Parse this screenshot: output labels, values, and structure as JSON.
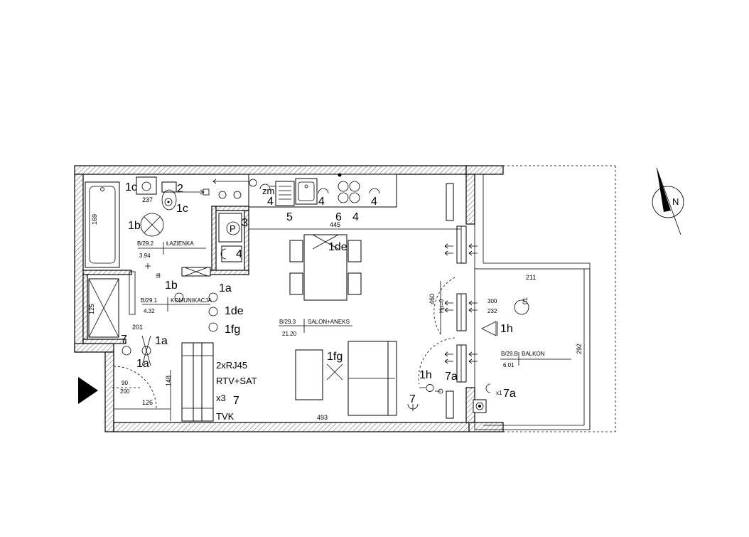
{
  "rooms": [
    {
      "code": "B/29.2",
      "name": "ŁAZIENKA",
      "area": "3.94"
    },
    {
      "code": "B/29.1",
      "name": "KOMUNIKACJA",
      "area": "4.32"
    },
    {
      "code": "B/29.3",
      "name": "SALON+ANEKS",
      "area": "21.20"
    },
    {
      "code": "B/29.B",
      "name": "BALKON",
      "area": "6.01"
    }
  ],
  "dimensions": {
    "bath_top": "237",
    "bath_side": "169",
    "corridor_side": "125",
    "corridor_bottom": "201",
    "entry_side": "148",
    "entry_bottom": "126",
    "door_90": "90",
    "door_200": "200",
    "living_top": "445",
    "living_bottom": "493",
    "living_side": "460",
    "window_300": "300",
    "window_232": "232",
    "window_hp": "Hp=0",
    "balcony_top": "211",
    "balcony_side": "292"
  },
  "markers": {
    "m1c_a": "1c",
    "m2": "2",
    "m1c_b": "1c",
    "m1b_a": "1b",
    "m3": "3",
    "m4_p": "4",
    "m1de_a": "1de",
    "m1b_b": "1b",
    "m1a_a": "1a",
    "m1de_b": "1de",
    "m1fg_a": "1fg",
    "m7_a": "7",
    "m1a_b": "1a",
    "m1a_c": "1a",
    "m1fg_b": "1fg",
    "m1h_a": "1h",
    "m7a_a": "7a",
    "m7_b": "7",
    "m1h_b": "1h",
    "m7a_b": "7a",
    "m_x1": "x1",
    "m_zm": "zm",
    "k4_a": "4",
    "k5": "5",
    "k4_b": "4",
    "k6": "6",
    "k4_c": "4",
    "k4_d": "4"
  },
  "media": {
    "line1": "2xRJ45",
    "line2": "RTV+SAT",
    "line3": "x3",
    "line3_num": "7",
    "line4": "TVK"
  },
  "compass": {
    "label": "N"
  },
  "balcony_circle": "01",
  "panel_label": "P"
}
